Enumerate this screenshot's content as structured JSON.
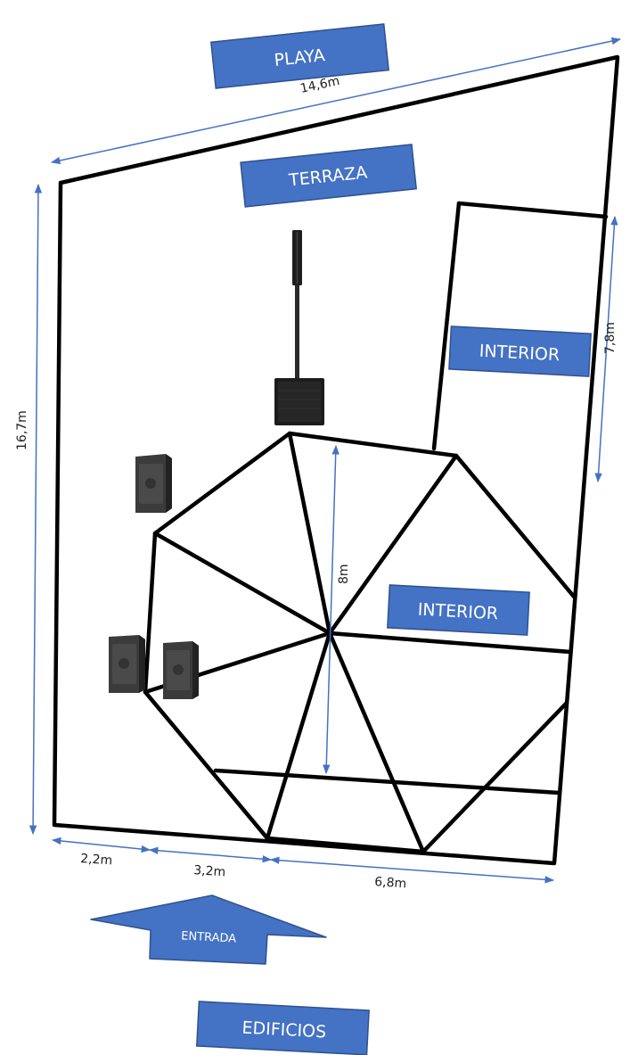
{
  "colors": {
    "wall": "#000000",
    "dimension": "#4472c4",
    "label_fill": "#4472c4",
    "label_border": "#2f528f",
    "label_text": "#ffffff",
    "speaker": "#3b3b3b"
  },
  "labels": {
    "playa": "PLAYA",
    "terraza": "TERRAZA",
    "interior_upper": "INTERIOR",
    "interior_lower": "INTERIOR",
    "entrada": "ENTRADA",
    "edificios": "EDIFICIOS"
  },
  "dimensions": {
    "top": "14,6m",
    "left": "16,7m",
    "right": "7,8m",
    "center": "8m",
    "bottom_1": "2,2m",
    "bottom_2": "3,2m",
    "bottom_3": "6,8m"
  },
  "icons": {
    "column_speaker": "column-speaker-icon",
    "speaker": "speaker-icon",
    "entrance_arrow": "arrow-up-icon"
  }
}
